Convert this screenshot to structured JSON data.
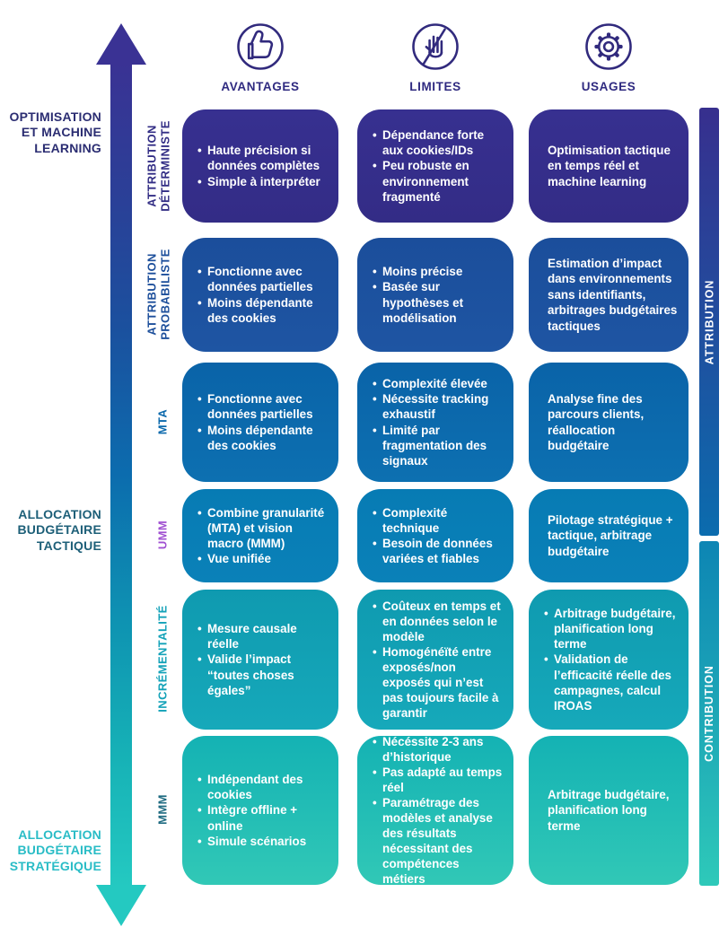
{
  "header": {
    "columns": [
      {
        "label": "AVANTAGES",
        "icon": "thumbs-up-icon"
      },
      {
        "label": "LIMITES",
        "icon": "stop-hand-icon"
      },
      {
        "label": "USAGES",
        "icon": "gear-icon"
      }
    ]
  },
  "left_axis": {
    "top_label": "OPTIMISATION\nET MACHINE\nLEARNING",
    "middle_label": "ALLOCATION\nBUDGÉTAIRE\nTACTIQUE",
    "bottom_label": "ALLOCATION\nBUDGÉTAIRE\nSTRATÉGIQUE"
  },
  "right_axis": {
    "top_label": "ATTRIBUTION",
    "bottom_label": "CONTRIBUTION"
  },
  "colors": {
    "header_indigo": "#2f2a80",
    "axis_top_label": "#2b2d72",
    "axis_mid_label": "#1d5f78",
    "axis_bottom_label": "#29bcc6",
    "arrow_gradient_top": "#3a3294",
    "arrow_gradient_bottom": "#24c9c1",
    "row_deterministe": "#35308c",
    "row_probabiliste": "#1c519e",
    "row_mta": "#0b69ac",
    "row_umm": "#087db5",
    "row_incrementalite": "#12a1b5",
    "row_mmm": "#22bdb5",
    "label_umm_purple": "#a050d2",
    "label_incrementalite_teal": "#13a2b8",
    "label_mmm_teal": "#1d6a80",
    "bar_attribution_top": "#372f8e",
    "bar_attribution_bottom": "#0b6cae",
    "bar_contribution_top": "#0d85b4",
    "bar_contribution_bottom": "#2ec9b9"
  },
  "rows": [
    {
      "label": "ATTRIBUTION\nDÉTERMINISTE",
      "avantages": [
        "Haute précision si données complètes",
        "Simple à interpréter"
      ],
      "limites": [
        "Dépendance forte aux cookies/IDs",
        "Peu robuste en environnement fragmenté"
      ],
      "usages": [
        "Optimisation tactique en temps réel et machine learning"
      ]
    },
    {
      "label": "ATTRIBUTION\nPROBABILISTE",
      "avantages": [
        "Fonctionne avec données partielles",
        "Moins dépendante des cookies"
      ],
      "limites": [
        "Moins précise",
        "Basée sur hypothèses et modélisation"
      ],
      "usages": [
        "Estimation d’impact dans environnements sans identifiants, arbitrages budgétaires tactiques"
      ]
    },
    {
      "label": "MTA",
      "avantages": [
        "Fonctionne avec données partielles",
        "Moins dépendante des cookies"
      ],
      "limites": [
        "Complexité élevée",
        "Nécessite tracking exhaustif",
        "Limité par fragmentation des signaux"
      ],
      "usages": [
        "Analyse fine des parcours clients, réallocation budgétaire"
      ]
    },
    {
      "label": "UMM",
      "avantages": [
        "Combine granularité (MTA) et vision macro (MMM)",
        "Vue unifiée"
      ],
      "limites": [
        "Complexité technique",
        "Besoin de données variées et fiables"
      ],
      "usages": [
        "Pilotage stratégique + tactique, arbitrage budgétaire"
      ]
    },
    {
      "label": "INCRÉMENTALITÉ",
      "avantages": [
        "Mesure causale réelle",
        "Valide l’impact “toutes choses égales”"
      ],
      "limites": [
        "Coûteux en temps et en données selon le modèle",
        "Homogénéïté entre exposés/non exposés qui n’est pas toujours facile à garantir"
      ],
      "usages": [
        "Arbitrage budgétaire, planification long terme",
        "Validation de l’efficacité réelle des campagnes, calcul IROAS"
      ]
    },
    {
      "label": "MMM",
      "avantages": [
        "Indépendant des cookies",
        "Intègre offline + online",
        "Simule scénarios"
      ],
      "limites": [
        "Nécéssite 2-3 ans d’historique",
        "Pas adapté au temps réel",
        "Paramétrage des modèles et analyse des résultats nécessitant des compétences métiers"
      ],
      "usages": [
        "Arbitrage budgétaire, planification long terme"
      ]
    }
  ]
}
